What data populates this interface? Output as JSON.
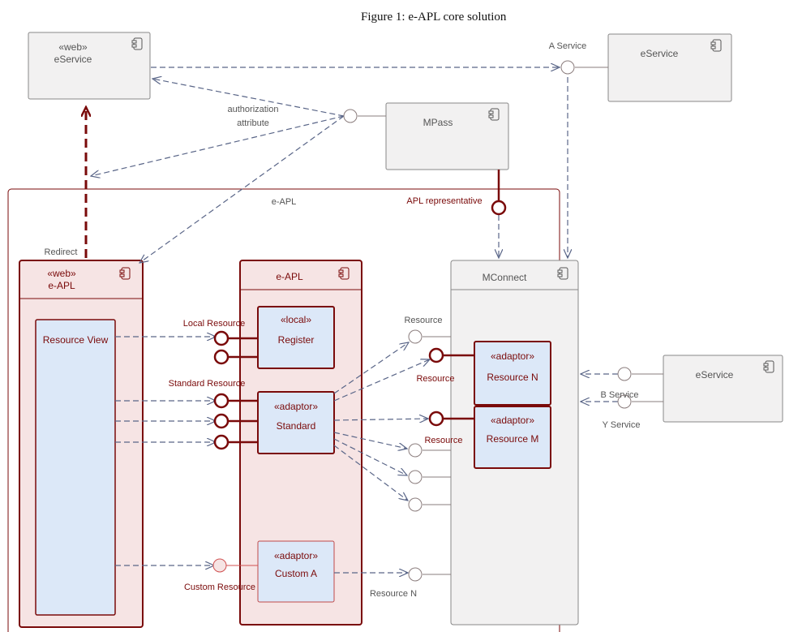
{
  "caption": "Figure 1:  e-APL core solution",
  "components": {
    "eservice_web": {
      "stereotype": "«web»",
      "name": "eService"
    },
    "eservice_a": {
      "name": "eService"
    },
    "mpass": {
      "name": "MPass"
    },
    "boundary": {
      "name": "e-APL"
    },
    "eapl_web": {
      "stereotype": "«web»",
      "name": "e-APL"
    },
    "resource_view": {
      "name": "Resource View"
    },
    "eapl_core": {
      "name": "e-APL"
    },
    "register": {
      "stereotype": "«local»",
      "name": "Register"
    },
    "standard": {
      "stereotype": "«adaptor»",
      "name": "Standard"
    },
    "custom_a": {
      "stereotype": "«adaptor»",
      "name": "Custom A"
    },
    "mconnect": {
      "name": "MConnect"
    },
    "resource_n": {
      "stereotype": "«adaptor»",
      "name": "Resource N"
    },
    "resource_m": {
      "stereotype": "«adaptor»",
      "name": "Resource M"
    },
    "eservice_b": {
      "name": "eService"
    }
  },
  "labels": {
    "a_service": "A Service",
    "authorization": "authorization",
    "attribute": "attribute",
    "apl_representative": "APL representative",
    "redirect": "Redirect",
    "local_resource": "Local Resource",
    "standard_resource": "Standard Resource",
    "custom_resource": "Custom Resource",
    "resource_top": "Resource",
    "resource_n_port": "Resource",
    "resource_m_port": "Resource",
    "resource_n_bottom": "Resource N",
    "b_service": "B Service",
    "y_service": "Y Service"
  },
  "colors": {
    "dark_red": "#7a0a0a",
    "pink_fill": "#f6e4e4",
    "blue_fill": "#dce8f8",
    "gray_fill": "#f2f1f1",
    "dash_blue": "#5a6688"
  }
}
